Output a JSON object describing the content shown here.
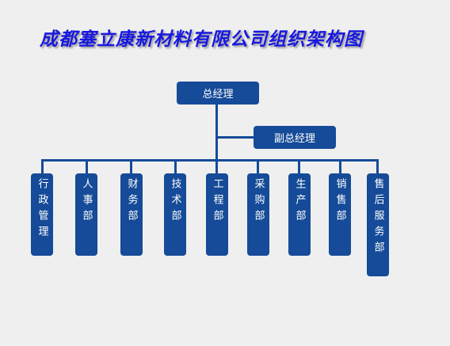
{
  "title": "成都塞立康新材料有限公司组织架构图",
  "top": {
    "label": "总经理"
  },
  "deputy": {
    "label": "副总经理"
  },
  "departments": [
    "行政管理",
    "人事部",
    "财务部",
    "技术部",
    "工程部",
    "采购部",
    "生产部",
    "销售部",
    "售后服务部"
  ],
  "colors": {
    "box": "#154b98",
    "line": "#154b98",
    "title": "#1818e0",
    "background": "#efefef"
  }
}
